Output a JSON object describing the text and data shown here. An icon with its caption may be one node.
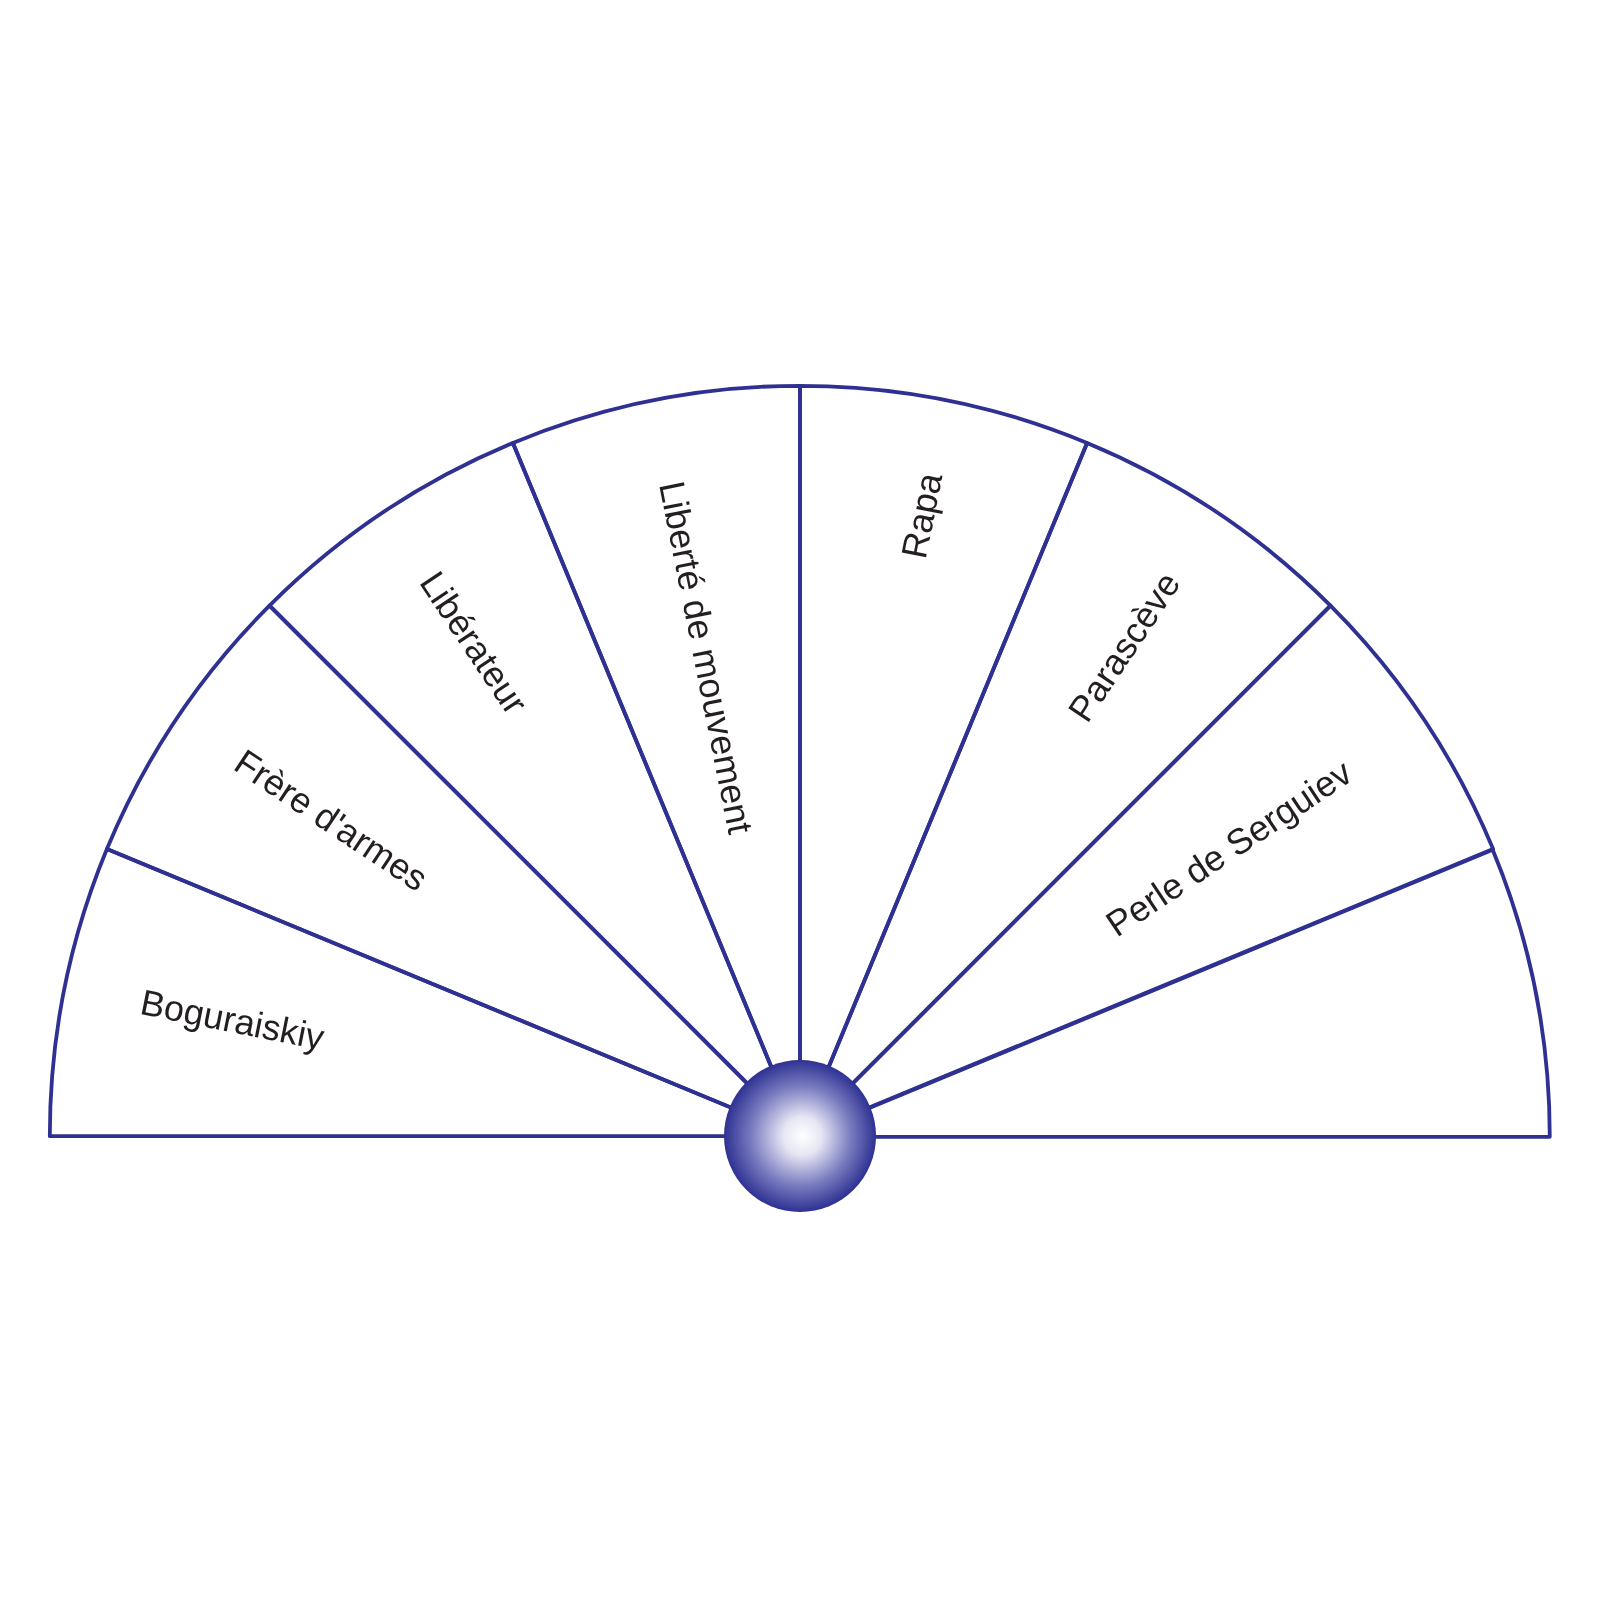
{
  "diagram": {
    "nodes": [
      {
        "text": [
          "Boguraiskiy"
        ]
      },
      {
        "text": [
          "Frère d'armes"
        ]
      },
      {
        "text": [
          "Libérateur"
        ]
      },
      {
        "text": [
          "Liberté de mouvement"
        ]
      },
      {
        "text": [
          "Rapa"
        ]
      },
      {
        "text": [
          "Parascève"
        ]
      },
      {
        "text": [
          "Perle de Serguiev"
        ]
      },
      {
        "text": [],
        "shape": "sector"
      },
      {
        "text": [],
        "shape": "circle"
      }
    ]
  }
}
